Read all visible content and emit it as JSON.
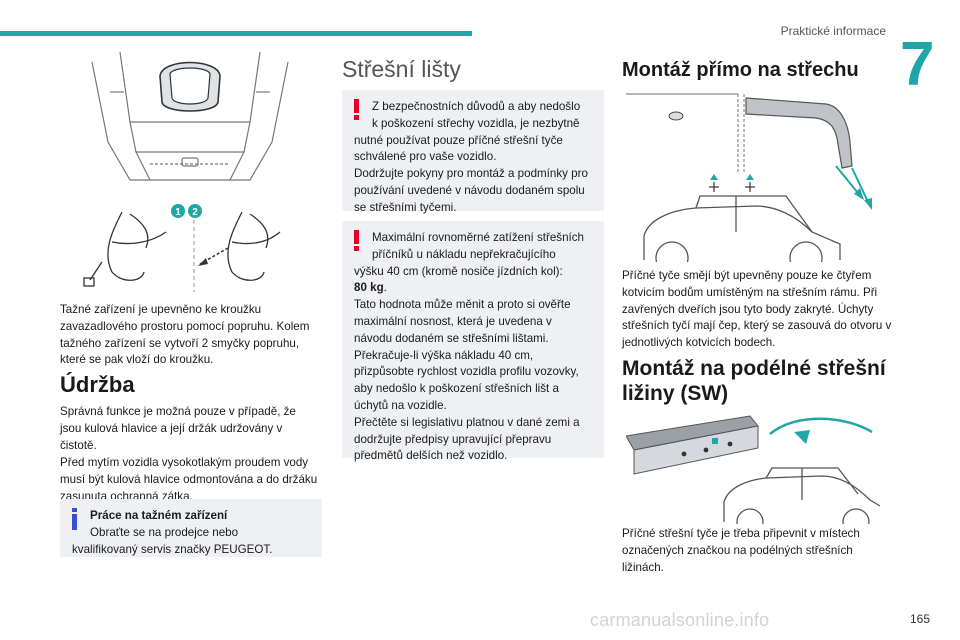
{
  "header": {
    "section": "Praktické informace",
    "chapter": "7",
    "page": "165"
  },
  "col1": {
    "badge1": "1",
    "badge2": "2",
    "p1": "Tažné zařízení je upevněno ke kroužku zavazadlového prostoru pomocí popruhu. Kolem tažného zařízení se vytvoří 2 smyčky popruhu, které se pak vloží do kroužku.",
    "h_maintenance": "Údržba",
    "p2": "Správná funkce je možná pouze v případě, že jsou kulová hlavice a její držák udržovány v čistotě.",
    "p3": "Před mytím vozidla vysokotlakým proudem vody musí být kulová hlavice odmontována a do držáku zasunuta ochranná zátka.",
    "info_title": "Práce na tažném zařízení",
    "info_text_a": "Obraťte se na prodejce nebo",
    "info_text_b": "kvalifikovaný servis značky PEUGEOT."
  },
  "col2": {
    "h_roofbars": "Střešní lišty",
    "w1_a": "Z bezpečnostních důvodů a aby nedošlo",
    "w1_b": "k poškození střechy vozidla, je nezbytně nutné používat pouze příčné střešní tyče schválené pro vaše vozidlo.",
    "w1_c": "Dodržujte pokyny pro montáž a podmínky pro používání uvedené v návodu dodaném spolu se střešními tyčemi.",
    "w2_a": "Maximální rovnoměrné zatížení střešních",
    "w2_b": "příčníků u nákladu nepřekračujícího",
    "w2_c": "výšku 40 cm (kromě nosiče jízdních kol):",
    "w2_d": "80 kg",
    "w2_d_end": ".",
    "w2_e": "Tato hodnota může měnit a proto si ověřte maximální nosnost, která je uvedena v návodu dodaném se střešními lištami.",
    "w2_f": "Překračuje-li výška nákladu 40 cm, přizpůsobte rychlost vozidla profilu vozovky, aby nedošlo k poškození střešních lišt a úchytů na vozidle.",
    "w2_g": "Přečtěte si legislativu platnou v dané zemi a dodržujte předpisy upravující přepravu předmětů delších než vozidlo."
  },
  "col3": {
    "h_direct": "Montáž přímo na střechu",
    "p1": "Příčné tyče smějí být upevněny pouze ke čtyřem kotvicím bodům umístěným na střešním rámu. Při zavřených dveřích jsou tyto body zakryté. Úchyty střešních tyčí mají čep, který se zasouvá do otvoru v jednotlivých kotvicích bodech.",
    "h_rails": "Montáž na podélné střešní ližiny (SW)",
    "p2": "Příčné střešní tyče je třeba připevnit v místech označených značkou na podélných střešních ližinách."
  },
  "watermark": "carmanualsonline.info",
  "colors": {
    "accent": "#1fa6a6",
    "warning": "#e3002b",
    "info": "#3b4fc9",
    "box": "#eef0f3"
  }
}
